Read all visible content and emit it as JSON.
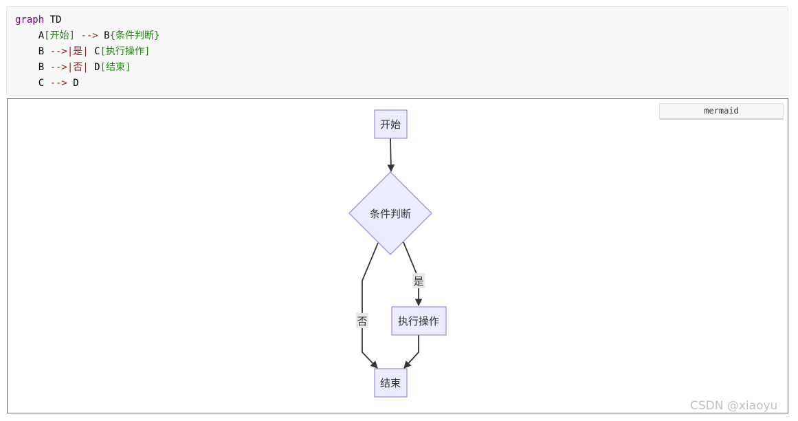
{
  "code": {
    "lines": [
      [
        {
          "cls": "kw",
          "t": "graph"
        },
        {
          "cls": "plain",
          "t": " TD"
        }
      ],
      [
        {
          "cls": "plain",
          "t": "    A"
        },
        {
          "cls": "str",
          "t": "[开始]"
        },
        {
          "cls": "op",
          "t": " --> "
        },
        {
          "cls": "plain",
          "t": "B"
        },
        {
          "cls": "str",
          "t": "{条件判断}"
        }
      ],
      [
        {
          "cls": "plain",
          "t": "    B "
        },
        {
          "cls": "op",
          "t": "-->"
        },
        {
          "cls": "pipe",
          "t": "|是|"
        },
        {
          "cls": "plain",
          "t": " C"
        },
        {
          "cls": "str",
          "t": "[执行操作]"
        }
      ],
      [
        {
          "cls": "plain",
          "t": "    B "
        },
        {
          "cls": "op",
          "t": "-->"
        },
        {
          "cls": "pipe",
          "t": "|否|"
        },
        {
          "cls": "plain",
          "t": " D"
        },
        {
          "cls": "str",
          "t": "[结束]"
        }
      ],
      [
        {
          "cls": "plain",
          "t": "    C "
        },
        {
          "cls": "op",
          "t": "-->"
        },
        {
          "cls": "plain",
          "t": " D"
        }
      ]
    ]
  },
  "lang_tag": "mermaid",
  "diagram": {
    "nodes": {
      "start": "开始",
      "decision": "条件判断",
      "action": "执行操作",
      "end": "结束"
    },
    "edges": {
      "yes_label": "是",
      "no_label": "否"
    },
    "colors": {
      "node_fill": "#ECECFF",
      "node_stroke": "#9370DB",
      "edge": "#333333",
      "label_bg": "#E8E8E8"
    }
  },
  "watermark": "CSDN @xiaoyu"
}
